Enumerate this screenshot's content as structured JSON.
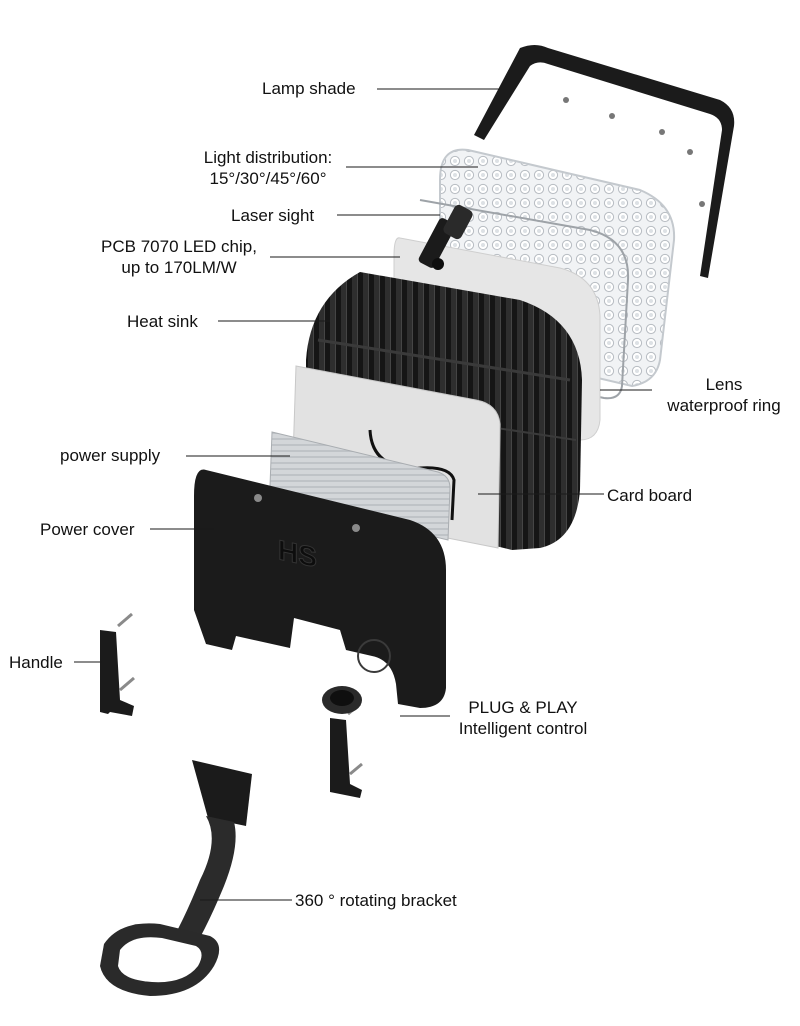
{
  "labels": {
    "lamp_shade": "Lamp shade",
    "light_distribution_line1": "Light distribution:",
    "light_distribution_line2": "15°/30°/45°/60°",
    "laser_sight": "Laser sight",
    "pcb_line1": "PCB 7070 LED chip,",
    "pcb_line2": "up to 170LM/W",
    "heat_sink": "Heat sink",
    "lens_line1": "Lens",
    "lens_line2": "waterproof ring",
    "power_supply": "power supply",
    "card_board": "Card board",
    "power_cover": "Power cover",
    "handle": "Handle",
    "plug_line1": "PLUG & PLAY",
    "plug_line2": "Intelligent control",
    "bracket": "360 ° rotating bracket"
  },
  "cover_logo": "HS",
  "colors": {
    "black_part": "#1b1b1b",
    "dark_part": "#2a2a2a",
    "light_panel": "#e6e6e6",
    "lens": "#eef0f2",
    "silver": "#c9cccf"
  }
}
